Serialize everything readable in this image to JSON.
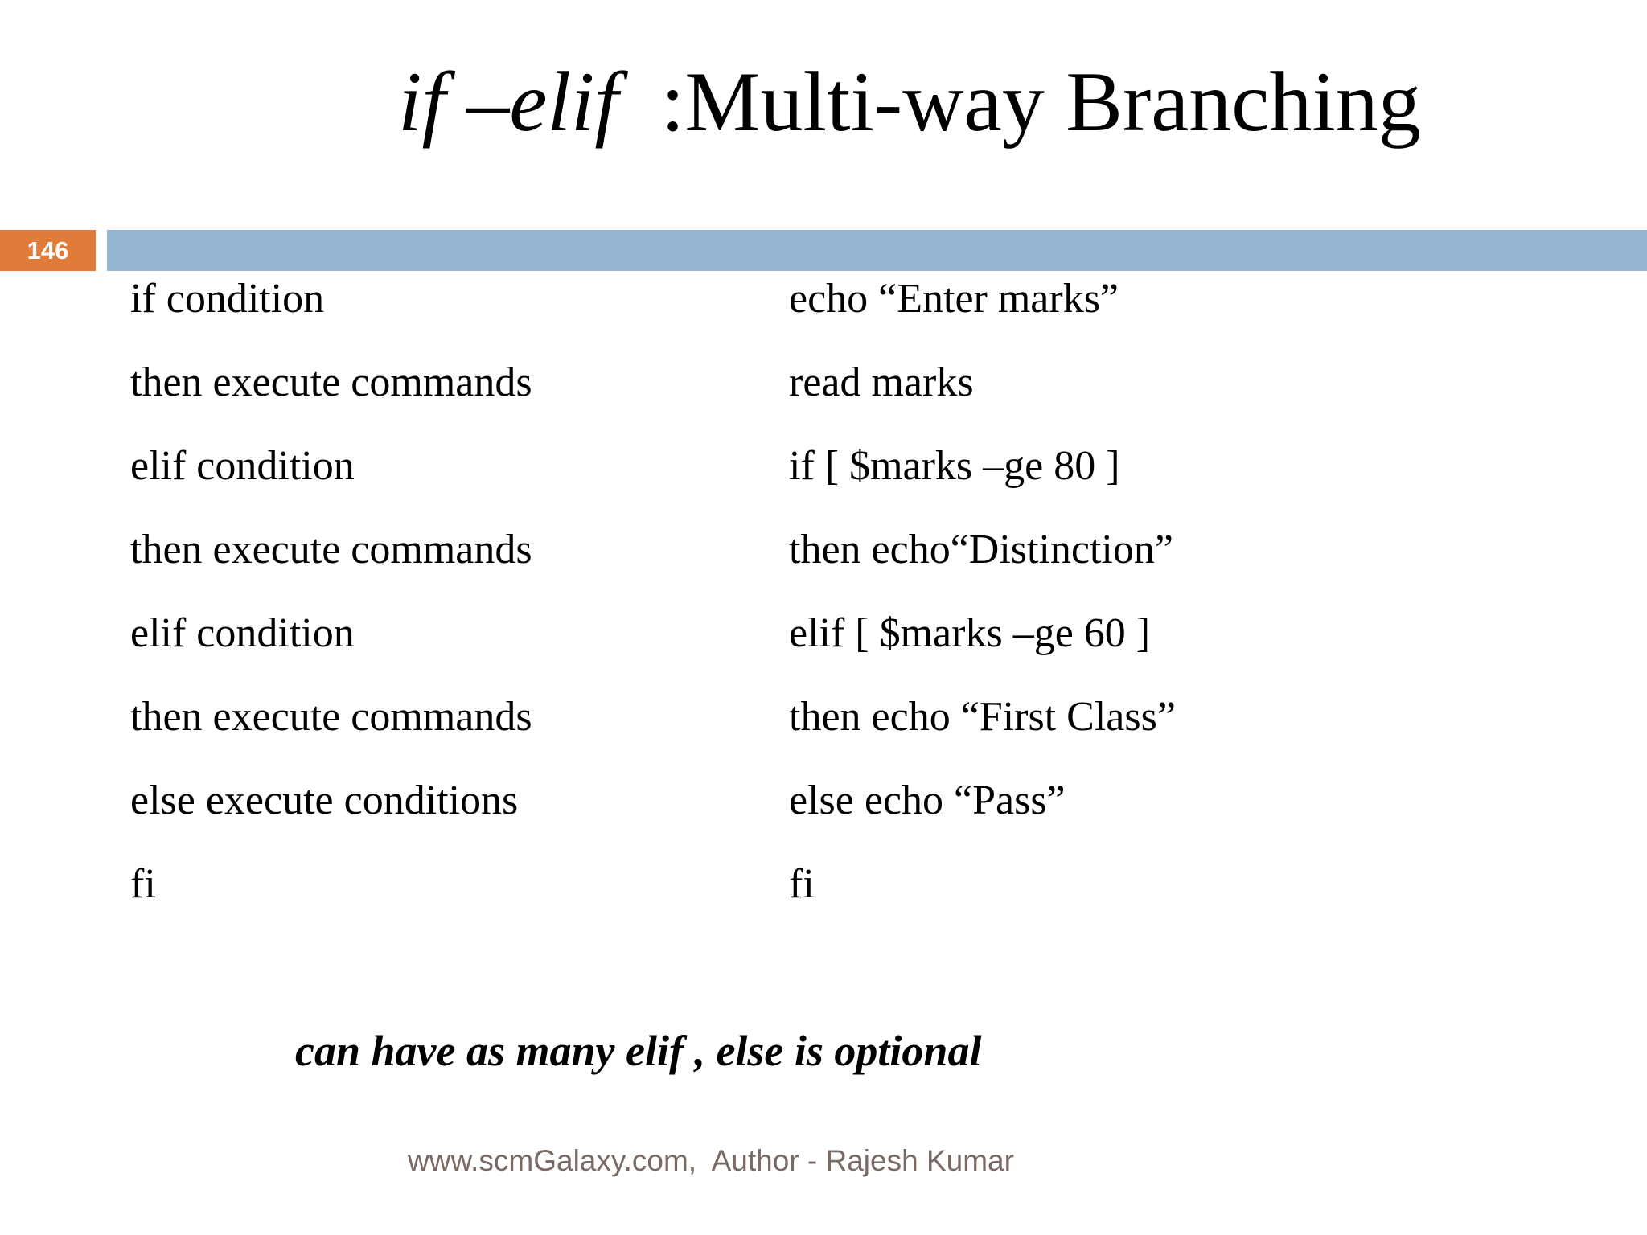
{
  "title": {
    "italic_part": "if –elif",
    "regular_part": ":Multi-way Branching"
  },
  "slide_number": "146",
  "colors": {
    "slide_number_bg": "#e07b39",
    "header_bar": "#94b6d2",
    "footer_text": "#7a6a63"
  },
  "syntax_lines": [
    "if condition",
    "then execute commands",
    "elif condition",
    "then execute commands",
    "elif condition",
    "then execute commands",
    "else execute conditions",
    "fi"
  ],
  "example_lines": [
    "echo “Enter marks”",
    "read marks",
    "if [ $marks –ge 80 ]",
    "then echo“Distinction”",
    "elif [ $marks –ge 60 ]",
    "then echo “First Class”",
    "else echo “Pass”",
    "fi"
  ],
  "note": "can have as many elif , else is optional",
  "footer": "www.scmGalaxy.com,  Author - Rajesh Kumar"
}
